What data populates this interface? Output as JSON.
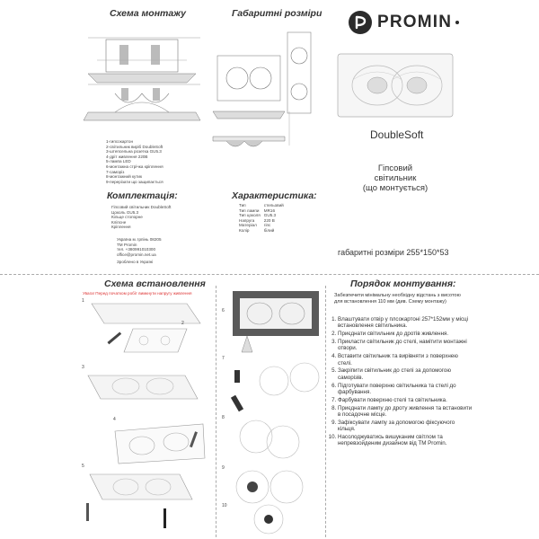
{
  "install_scheme": {
    "title": "Схема монтажу",
    "legend": [
      "1-гипсокартон",
      "2-світильник виріб DoubleSoft",
      "3-штепсельна розетка GU5.3",
      "4-дріт живлення 220В",
      "5-лампа LED",
      "6-монтажна стрічка кріплення",
      "7-саморіз",
      "8-монтажний кутик",
      "9-перерізати що защипається"
    ]
  },
  "dimensions": {
    "title": "Габаритні розміри"
  },
  "brand": {
    "name": "PROMIN"
  },
  "product": {
    "name": "DoubleSoft",
    "type_line1": "Гіпсовий",
    "type_line2": "світильник",
    "type_line3": "(що монтується)",
    "dims": "габаритні розміри 255*150*53"
  },
  "completeness": {
    "title": "Комплектація:",
    "items": [
      "Гіпсовий світильник DoubleSoft",
      "Цоколь    GU5.3",
      "Кільце стопорне",
      "Кліпсне",
      "Кріплення"
    ]
  },
  "characteristics": {
    "title": "Характеристика:",
    "rows": [
      {
        "k": "Тип",
        "v": "стельовий"
      },
      {
        "k": "Тип лампи",
        "v": "MR16"
      },
      {
        "k": "Тип цоколя",
        "v": "GU5.3"
      },
      {
        "k": "Напруга",
        "v": "220 В"
      },
      {
        "k": "Матеріал",
        "v": "гіпс"
      },
      {
        "k": "Колір",
        "v": "білий"
      }
    ]
  },
  "maker": {
    "lines": [
      "Україна м. Ірпінь 08205",
      "ТМ Promin",
      "тел. +380991010300",
      "office@promin.net.ua",
      "",
      "Зроблено в Україні"
    ]
  },
  "mount_scheme": {
    "title": "Схема встановлення",
    "warning": "Увага! Перед початком робіт вимкнути напругу живлення"
  },
  "procedure": {
    "title": "Порядок монтування:",
    "intro": "Забезпечити мінімальну необхідну відстань з висотою для встановлення 110 мм (див. Схему монтажу)",
    "steps": [
      "Влаштувати отвір у плсокартоні 257*152мм у місці встановлення світильника.",
      "Приєднати світильник до дротів живлення.",
      "Прикласти світильник до стелі, намітити монтажні отвори.",
      "Вставити світильник та вирівняти з поверхнею стелі.",
      "Закріпити світильник до стелі за допомогою саморізів.",
      "Підготувати поверхню світильника та стелі до фарбування.",
      "Фарбувати поверхню стелі та світильника.",
      "Приєднати лампу до дроту живлення та встановити в посадочне місце.",
      "Зафіксувати лампу за допомогою фіксуючого кільця.",
      "Насолоджуватись вишуканим світлом та непревзойденим дизайном від ТМ Promin."
    ]
  },
  "step_markers": [
    "1",
    "2",
    "3",
    "4",
    "5",
    "6",
    "7",
    "8",
    "9",
    "10"
  ]
}
